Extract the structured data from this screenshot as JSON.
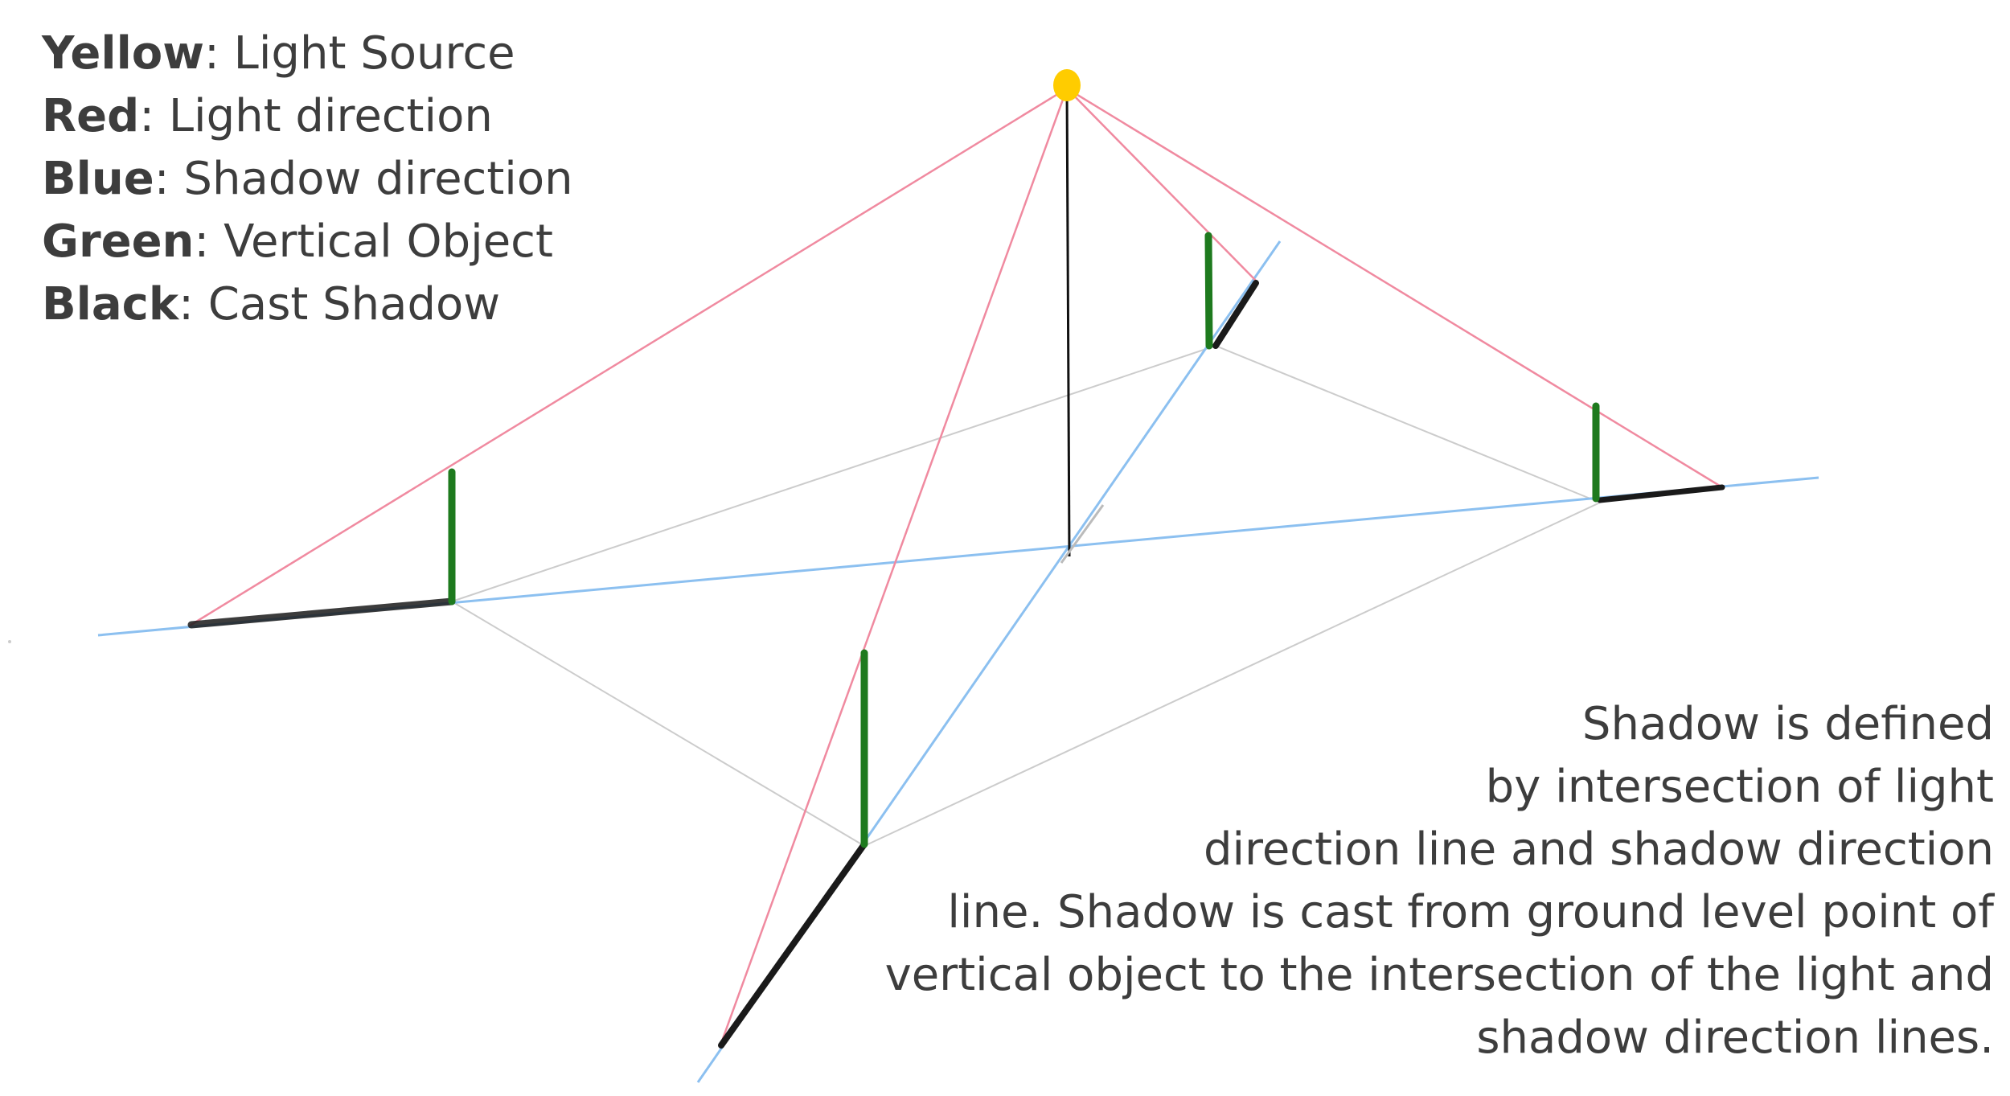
{
  "legend": {
    "items": [
      {
        "key": "Yellow",
        "sep": ": ",
        "desc": "Light Source",
        "color": "#ffcc00"
      },
      {
        "key": "Red",
        "sep": ": ",
        "desc": "Light direction",
        "color": "#f08aa0"
      },
      {
        "key": "Blue",
        "sep": ": ",
        "desc": "Shadow direction",
        "color": "#8cc0f0"
      },
      {
        "key": "Green",
        "sep": ": ",
        "desc": "Vertical Object",
        "color": "#1e7a1e"
      },
      {
        "key": "Black",
        "sep": ": ",
        "desc": "Cast Shadow",
        "color": "#1a1a1a"
      }
    ]
  },
  "explanation": {
    "lines": [
      "Shadow is defined",
      "by intersection of light",
      "direction line and shadow direction",
      "line. Shadow is cast from ground level point of",
      "vertical object to the intersection of the light and",
      "shadow direction lines."
    ]
  },
  "colors": {
    "light_source": "#ffcc00",
    "light_direction": "#f08aa0",
    "shadow_direction": "#8cc0f0",
    "vertical_object": "#1e7a1e",
    "cast_shadow": "#1a1a1a",
    "ground_plane": "#cccccc",
    "plumb_line": "#111111"
  }
}
